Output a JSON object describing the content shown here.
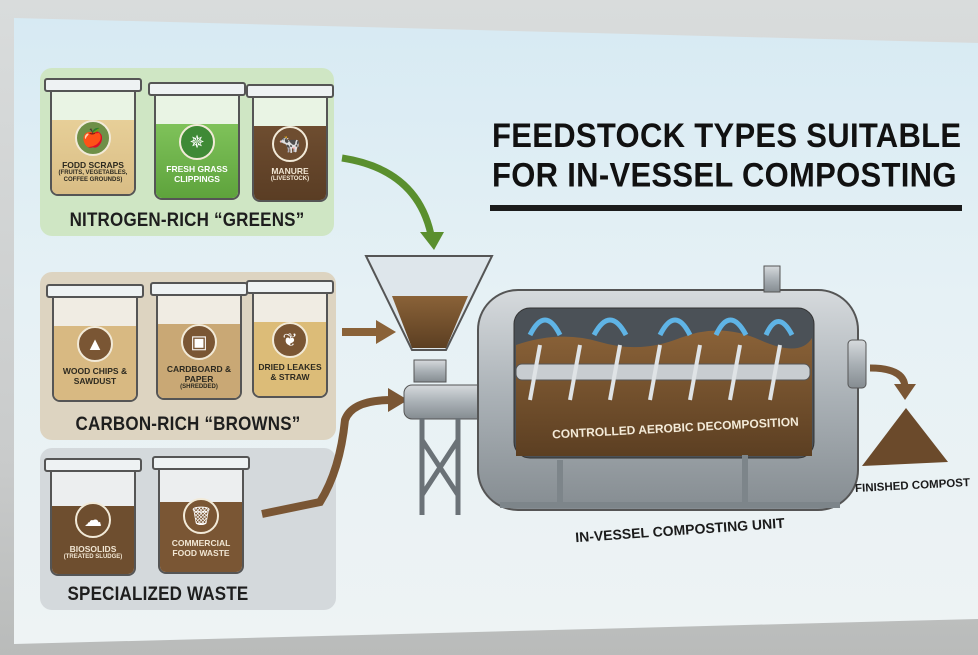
{
  "title": {
    "line1": "FEEDSTOCK TYPES SUITABLE",
    "line2": "FOR IN-VESSEL COMPOSTING"
  },
  "groups": [
    {
      "name": "NITROGEN-RICH “GREENS”",
      "bins": [
        {
          "label": "FODD SCRAPS",
          "sub": "(FRUITS, VEGETABLES, COFFEE GROUNDS)",
          "icon": "food-icon"
        },
        {
          "label": "FRESH GRASS CLIPPINGS",
          "sub": "",
          "icon": "grass-icon"
        },
        {
          "label": "MANURE",
          "sub": "(LIVESTOCK)",
          "icon": "cow-icon"
        }
      ]
    },
    {
      "name": "CARBON-RICH “BROWNS”",
      "bins": [
        {
          "label": "WOOD CHIPS & SAWDUST",
          "sub": "",
          "icon": "sawdust-pile-icon"
        },
        {
          "label": "CARDBOARD & PAPER",
          "sub": "(SHREDDED)",
          "icon": "box-icon"
        },
        {
          "label": "DRIED LEAKES & STRAW",
          "sub": "",
          "icon": "leaf-icon"
        }
      ]
    },
    {
      "name": "SPECIALIZED WASTE",
      "bins": [
        {
          "label": "BIOSOLIDS",
          "sub": "(TREATED SLUDGE)",
          "icon": "biosolids-icon"
        },
        {
          "label": "COMMERCIAL FOOD WASTE",
          "sub": "",
          "icon": "trash-can-icon"
        }
      ]
    }
  ],
  "machine": {
    "process_label": "CONTROLLED AEROBIC DECOMPOSITION",
    "unit_label": "IN-VESSEL COMPOSTING UNIT",
    "output_label": "FINISHED COMPOST"
  },
  "colors": {
    "green_panel": "#cfe6c4",
    "brown_panel": "#ddd4c1",
    "grey_panel": "#d4d9dc",
    "compost": "#6b4a2b",
    "arrow_green": "#5a8f2e",
    "arrow_brown": "#8a6238"
  }
}
